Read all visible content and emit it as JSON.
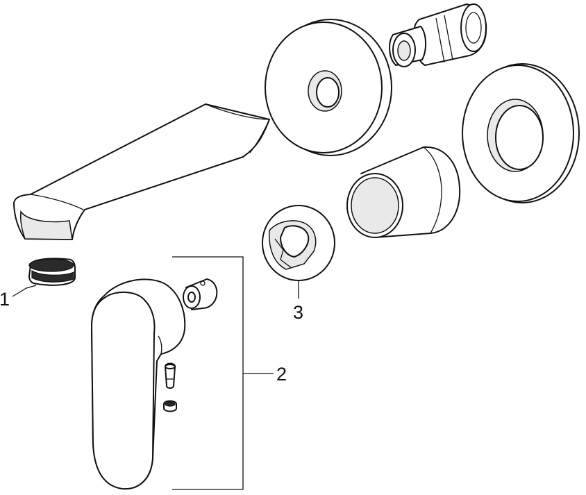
{
  "callouts": [
    {
      "id": "1",
      "label": "1"
    },
    {
      "id": "2",
      "label": "2"
    },
    {
      "id": "3",
      "label": "3"
    }
  ],
  "parts": {
    "spout": "spout-icon",
    "escutcheon_plate": "escutcheon-plate-icon",
    "connector": "connector-icon",
    "cover_ring": "cover-ring-icon",
    "sleeve": "sleeve-icon",
    "adapter_ring": "adapter-ring-icon",
    "aerator": "aerator-icon",
    "lever_handle": "lever-handle-icon",
    "pin": "pin-icon",
    "set_screw": "set-screw-icon",
    "handle_insert": "handle-insert-icon"
  },
  "colors": {
    "line": "#111111",
    "background": "#ffffff"
  }
}
